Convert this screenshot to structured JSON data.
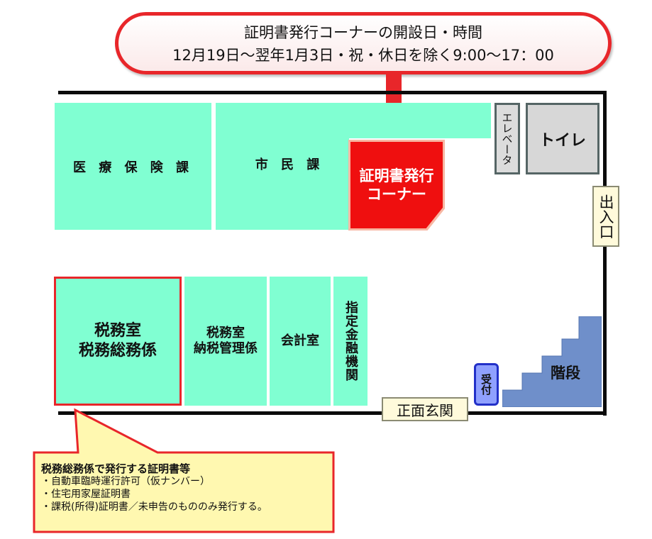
{
  "notice": {
    "line1": "証明書発行コーナーの開設日・時間",
    "line2": "12月19日～翌年1月3日・祝・休日を除く9:00～17：00"
  },
  "rooms": {
    "medical_insurance": "医 療 保 険 課",
    "citizens": "市 民 課",
    "certificate_corner_line1": "証明書発行",
    "certificate_corner_line2": "コーナー",
    "tax_office_line1": "税務室",
    "tax_office_line2": "税務総務係",
    "tax_payment_line1": "税務室",
    "tax_payment_line2": "納税管理係",
    "accounting": "会計室",
    "designated_bank": "指定金融機関",
    "elevator": "エレベータ",
    "toilet": "トイレ",
    "reception": "受付",
    "stairs": "階段"
  },
  "entrances": {
    "side": "出入口",
    "front": "正面玄関"
  },
  "callout": {
    "heading": "税務総務係で発行する証明書等",
    "items": [
      "・自動車臨時運行許可（仮ナンバー）",
      "・住宅用家屋証明書",
      "・課税(所得)証明書／未申告のもののみ発行する。"
    ]
  },
  "colors": {
    "room": "#80ffd2",
    "certificate_corner": "#ef0f0f",
    "highlight": "#e8262a",
    "callout_bg": "#fff8b0",
    "stairs": "#6f8fca",
    "entrance_label": "#fffadb"
  }
}
